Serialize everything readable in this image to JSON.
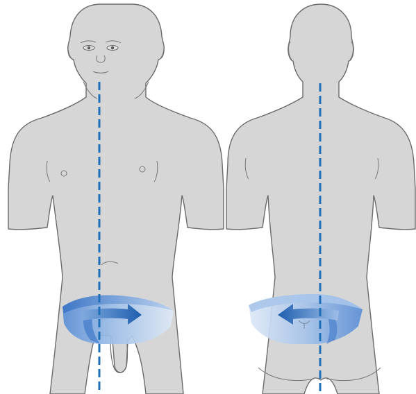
{
  "figure": {
    "views": [
      {
        "id": "front",
        "label": ""
      },
      {
        "id": "back",
        "label": ""
      }
    ],
    "colors": {
      "background": "#ffffff",
      "body_fill": "#d6d6d6",
      "body_outline": "#6b6b6b",
      "midline": "#1e6fb8",
      "band_light": "#dde8f6",
      "band_mid": "#8fb4e2",
      "band_dark": "#3b7cc9",
      "arrow": "#1f66b7"
    },
    "arrows": [
      {
        "view": "front",
        "direction": "right"
      },
      {
        "view": "back",
        "direction": "left"
      }
    ]
  }
}
